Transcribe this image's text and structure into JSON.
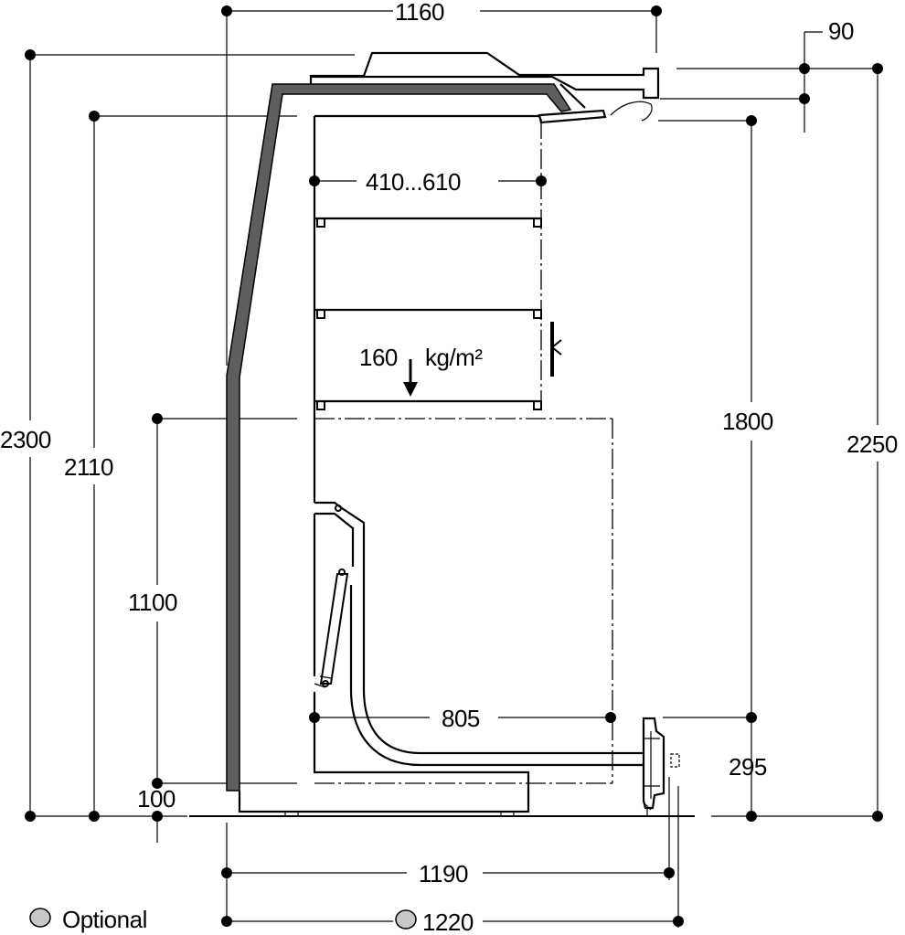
{
  "dimensions": {
    "overall_width": "1160",
    "top_offset": "90",
    "shelf_depth": "410...610",
    "shelf_load_value": "160",
    "shelf_load_unit": "kg/m²",
    "total_height": "2300",
    "height_2110": "2110",
    "height_1100": "1100",
    "height_100": "100",
    "height_1800": "1800",
    "height_2250": "2250",
    "height_295": "295",
    "base_depth_805": "805",
    "depth_1190": "1190",
    "depth_1220": "1220"
  },
  "legend": {
    "optional_label": "Optional"
  },
  "colors": {
    "line": "#000000",
    "wall_fill": "#5e5e5e",
    "optional_marker": "#c8c8c8"
  }
}
